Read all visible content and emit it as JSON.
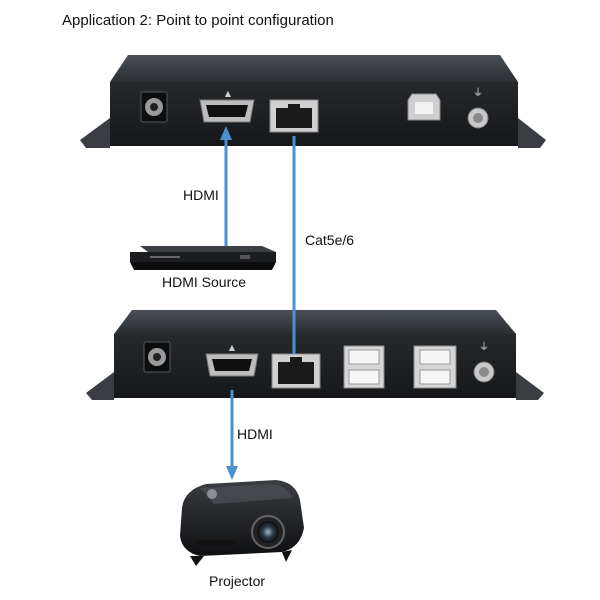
{
  "title": "Application 2: Point to point configuration",
  "labels": {
    "hdmi_top": "HDMI",
    "cat": "Cat5e/6",
    "hdmi_source": "HDMI Source",
    "hdmi_bottom": "HDMI",
    "projector": "Projector"
  },
  "colors": {
    "cable": "#4a8fd0",
    "device_body": "#2b2f33",
    "device_face": "#1c1f22",
    "port_metal": "#c8c8c8"
  },
  "devices": {
    "transmitter": {
      "ports": [
        "dc-power-jack",
        "hdmi-port",
        "rj45-port",
        "usb-b-port",
        "ground-screw"
      ]
    },
    "receiver": {
      "ports": [
        "dc-power-jack",
        "hdmi-port",
        "rj45-port",
        "usb-a-ports",
        "usb-a-ports",
        "ground-screw"
      ]
    }
  }
}
